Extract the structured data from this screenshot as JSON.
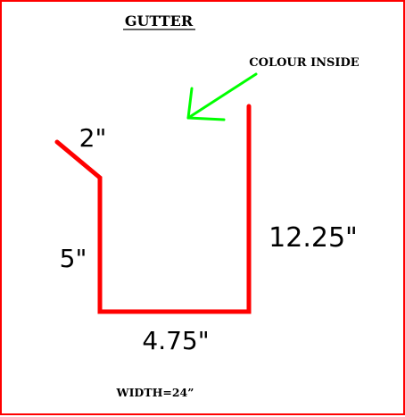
{
  "title": "GUTTER",
  "annotation": "COLOUR INSIDE",
  "dimensions": {
    "flange": "2\"",
    "inner_side": "5\"",
    "bottom": "4.75\"",
    "outer_side": "12.25\""
  },
  "width_note": "WIDTH=24”",
  "colors": {
    "border": "#ff0000",
    "profile": "#ff0000",
    "arrow": "#00ff00",
    "text": "#000000"
  }
}
